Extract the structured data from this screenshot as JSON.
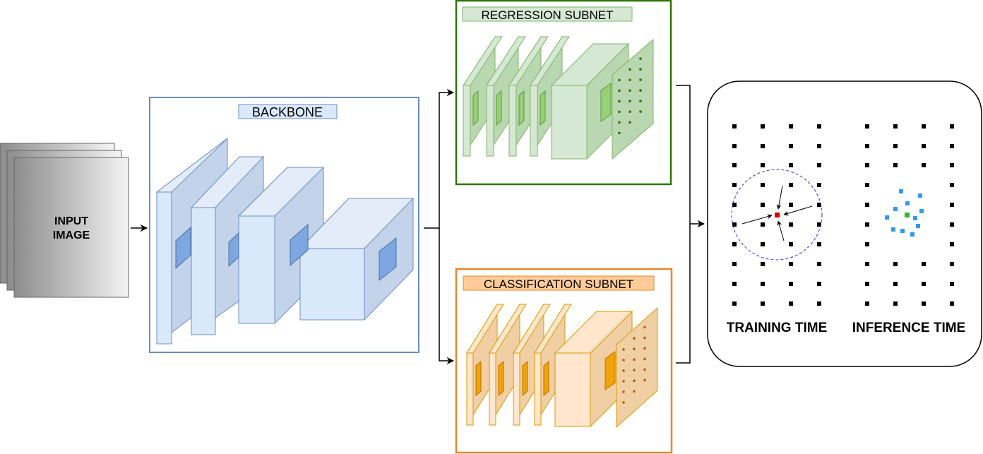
{
  "input": {
    "label_line1": "INPUT",
    "label_line2": "IMAGE"
  },
  "backbone": {
    "title": "BACKBONE"
  },
  "regression": {
    "title": "REGRESSION SUBNET"
  },
  "classification": {
    "title": "CLASSIFICATION SUBNET"
  },
  "output": {
    "training_label": "TRAINING TIME",
    "inference_label": "INFERENCE TIME"
  },
  "colors": {
    "backbone_border": "#6c8ebf",
    "backbone_fill": "#dae8fc",
    "regression_border": "#2d7600",
    "regression_fill": "#d5e8d4",
    "classification_border": "#e6882a",
    "classification_fill": "#ffe6cc",
    "anchor_black": "#000000",
    "positive_red": "#e00000",
    "positive_green": "#2db82d",
    "prediction_blue": "#3399ee"
  }
}
